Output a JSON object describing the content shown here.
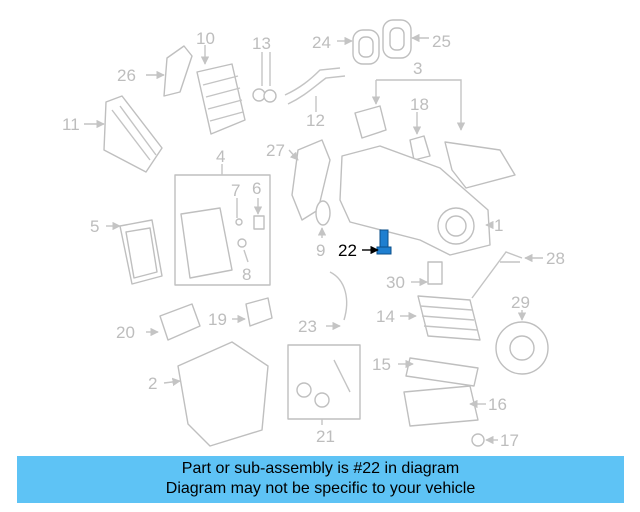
{
  "diagram": {
    "highlighted_part": "22",
    "highlight_color": "#1f7fd0",
    "callout_labels": {
      "p1": "1",
      "p2": "2",
      "p3": "3",
      "p4": "4",
      "p5": "5",
      "p6": "6",
      "p7": "7",
      "p8": "8",
      "p9": "9",
      "p10": "10",
      "p11": "11",
      "p12": "12",
      "p13": "13",
      "p14": "14",
      "p15": "15",
      "p16": "16",
      "p17": "17",
      "p18": "18",
      "p19": "19",
      "p20": "20",
      "p21": "21",
      "p22": "22",
      "p23": "23",
      "p24": "24",
      "p25": "25",
      "p26": "26",
      "p27": "27",
      "p28": "28",
      "p29": "29",
      "p30": "30"
    }
  },
  "banner": {
    "line1": "Part or sub-assembly is #22 in diagram",
    "line2": "Diagram may not be specific to your vehicle",
    "background_color": "#5ec3f5"
  }
}
